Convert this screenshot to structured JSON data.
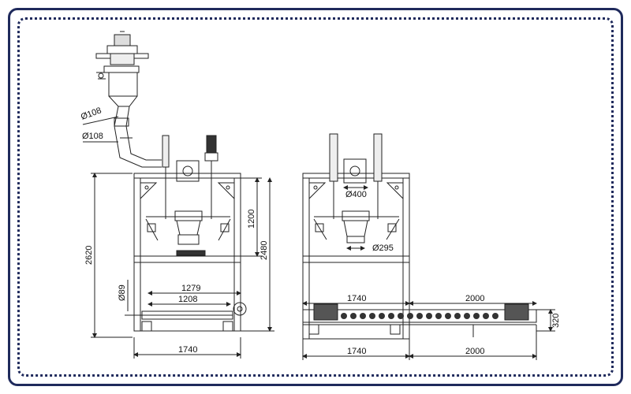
{
  "left_view": {
    "dims": {
      "pipe_dia_1": "Ø108",
      "pipe_dia_2": "Ø108",
      "height_total": "2620",
      "height_upper": "1200",
      "height_frame": "2480",
      "dim_89": "Ø89",
      "width_1279": "1279",
      "width_1208": "1208",
      "width_base": "1740"
    }
  },
  "right_view": {
    "dims": {
      "dia_400": "Ø400",
      "dia_295": "Ø295",
      "conv_1740_top": "1740",
      "conv_2000_top": "2000",
      "conv_320": "320",
      "conv_1740_bottom": "1740",
      "conv_2000_bottom": "2000"
    }
  },
  "colors": {
    "line": "#222222",
    "frame": "#1f2a5c",
    "accent": "#5a6a9a"
  }
}
